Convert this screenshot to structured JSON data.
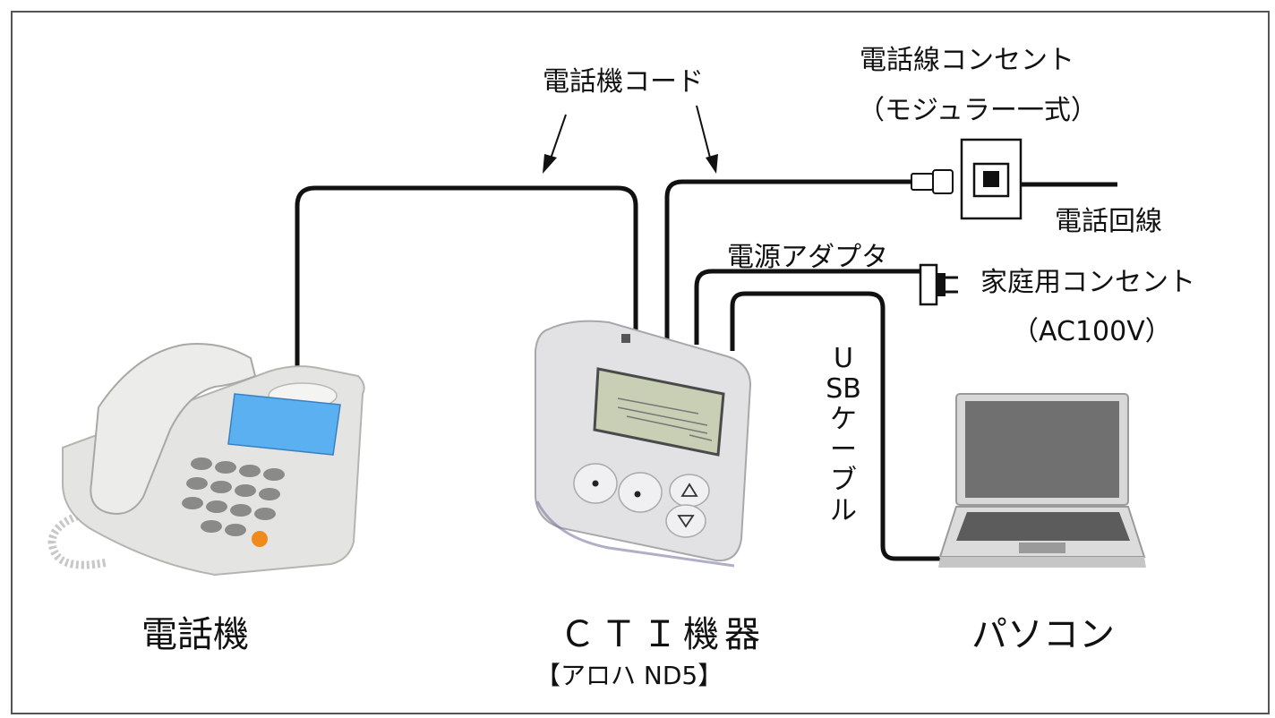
{
  "devices": {
    "phone": "電話機",
    "cti": "ＣＴＩ機器",
    "cti_model": "【アロハ ND5】",
    "pc": "パソコン"
  },
  "labels": {
    "phone_cord": "電話機コード",
    "jack_line1": "電話線コンセント",
    "jack_line2": "（モジュラー一式）",
    "phone_line": "電話回線",
    "power_adapter": "電源アダプタ",
    "home_outlet_line1": "家庭用コンセント",
    "home_outlet_line2": "（AC100V）",
    "usb_cable": "USBケーブル"
  },
  "colors": {
    "cable": "#111111",
    "frame": "#555555",
    "device_body": "#e6e6e6",
    "phone_screen": "#5ab0f0",
    "lcd": "#c9cfb4",
    "power_button": "#f08a1c"
  },
  "icons": {
    "phone": "desk-telephone-icon",
    "cti": "cti-device-icon",
    "pc": "laptop-icon",
    "jack": "modular-jack-icon",
    "plug": "ac-plug-icon"
  }
}
